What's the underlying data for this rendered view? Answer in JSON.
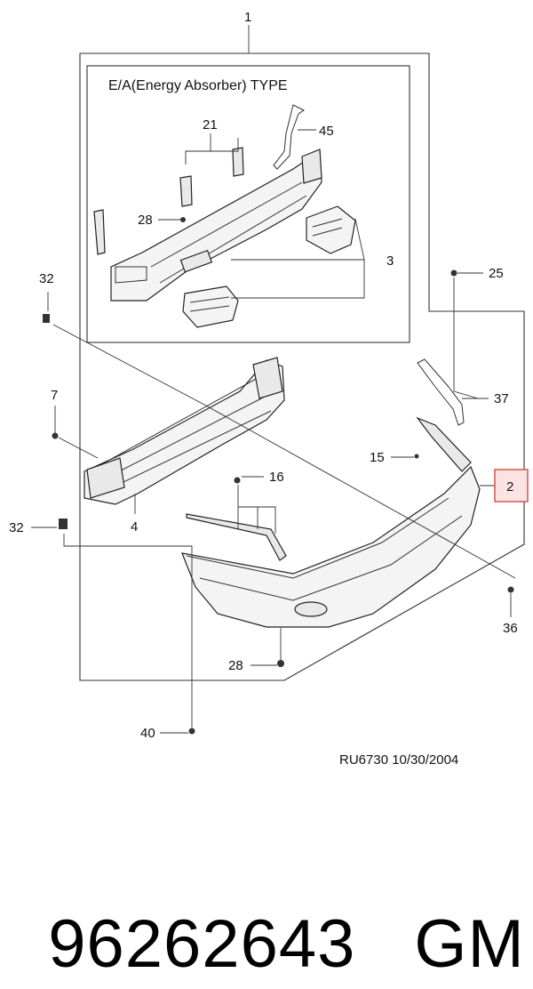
{
  "diagram": {
    "inset_title": "E/A(Energy Absorber) TYPE",
    "stamp": "RU6730  10/30/2004",
    "callouts": {
      "c1": "1",
      "c2": "2",
      "c3": "3",
      "c4": "4",
      "c7": "7",
      "c15": "15",
      "c16": "16",
      "c21": "21",
      "c25": "25",
      "c28_inset": "28",
      "c28_main": "28",
      "c32_top": "32",
      "c32_left": "32",
      "c36": "36",
      "c37": "37",
      "c40": "40",
      "c45": "45"
    },
    "highlighted_callout": "2",
    "highlight_color": "#d9534f"
  },
  "footer": {
    "part_number": "96262643",
    "brand": "GM"
  }
}
